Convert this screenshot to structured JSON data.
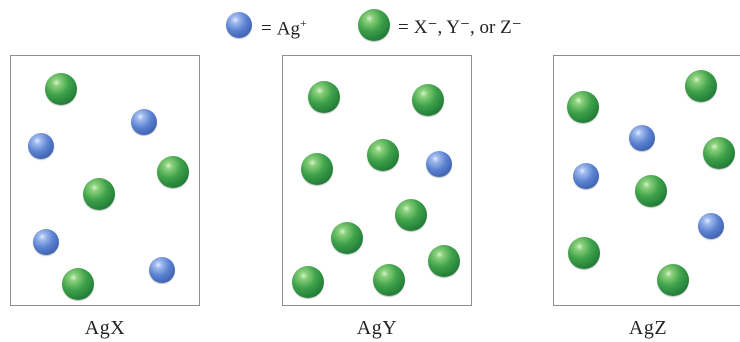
{
  "legend": {
    "cation": {
      "equals": "=",
      "text": "Ag",
      "superscript": "+"
    },
    "anion": {
      "equals": "=",
      "text": "X⁻, Y⁻, or Z⁻"
    }
  },
  "panels": [
    {
      "label": "AgX",
      "green_count": 4,
      "blue_count": 4
    },
    {
      "label": "AgY",
      "green_count": 9,
      "blue_count": 1
    },
    {
      "label": "AgZ",
      "green_count": 6,
      "blue_count": 3
    }
  ],
  "colors": {
    "cation": "#4f78c8",
    "anion": "#2f9142",
    "border": "#8f8f8f"
  }
}
